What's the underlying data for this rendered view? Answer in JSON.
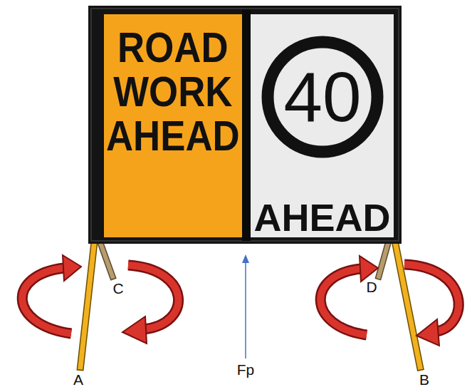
{
  "diagram": {
    "nodes": [
      {
        "text": [
          "ROAD WORK AHEAD"
        ]
      },
      {
        "text": [
          "AHEAD"
        ]
      },
      {
        "text": [
          "40"
        ],
        "in": 1
      }
    ],
    "labels": [
      "C",
      "D",
      "A",
      "Fp",
      "B"
    ]
  }
}
